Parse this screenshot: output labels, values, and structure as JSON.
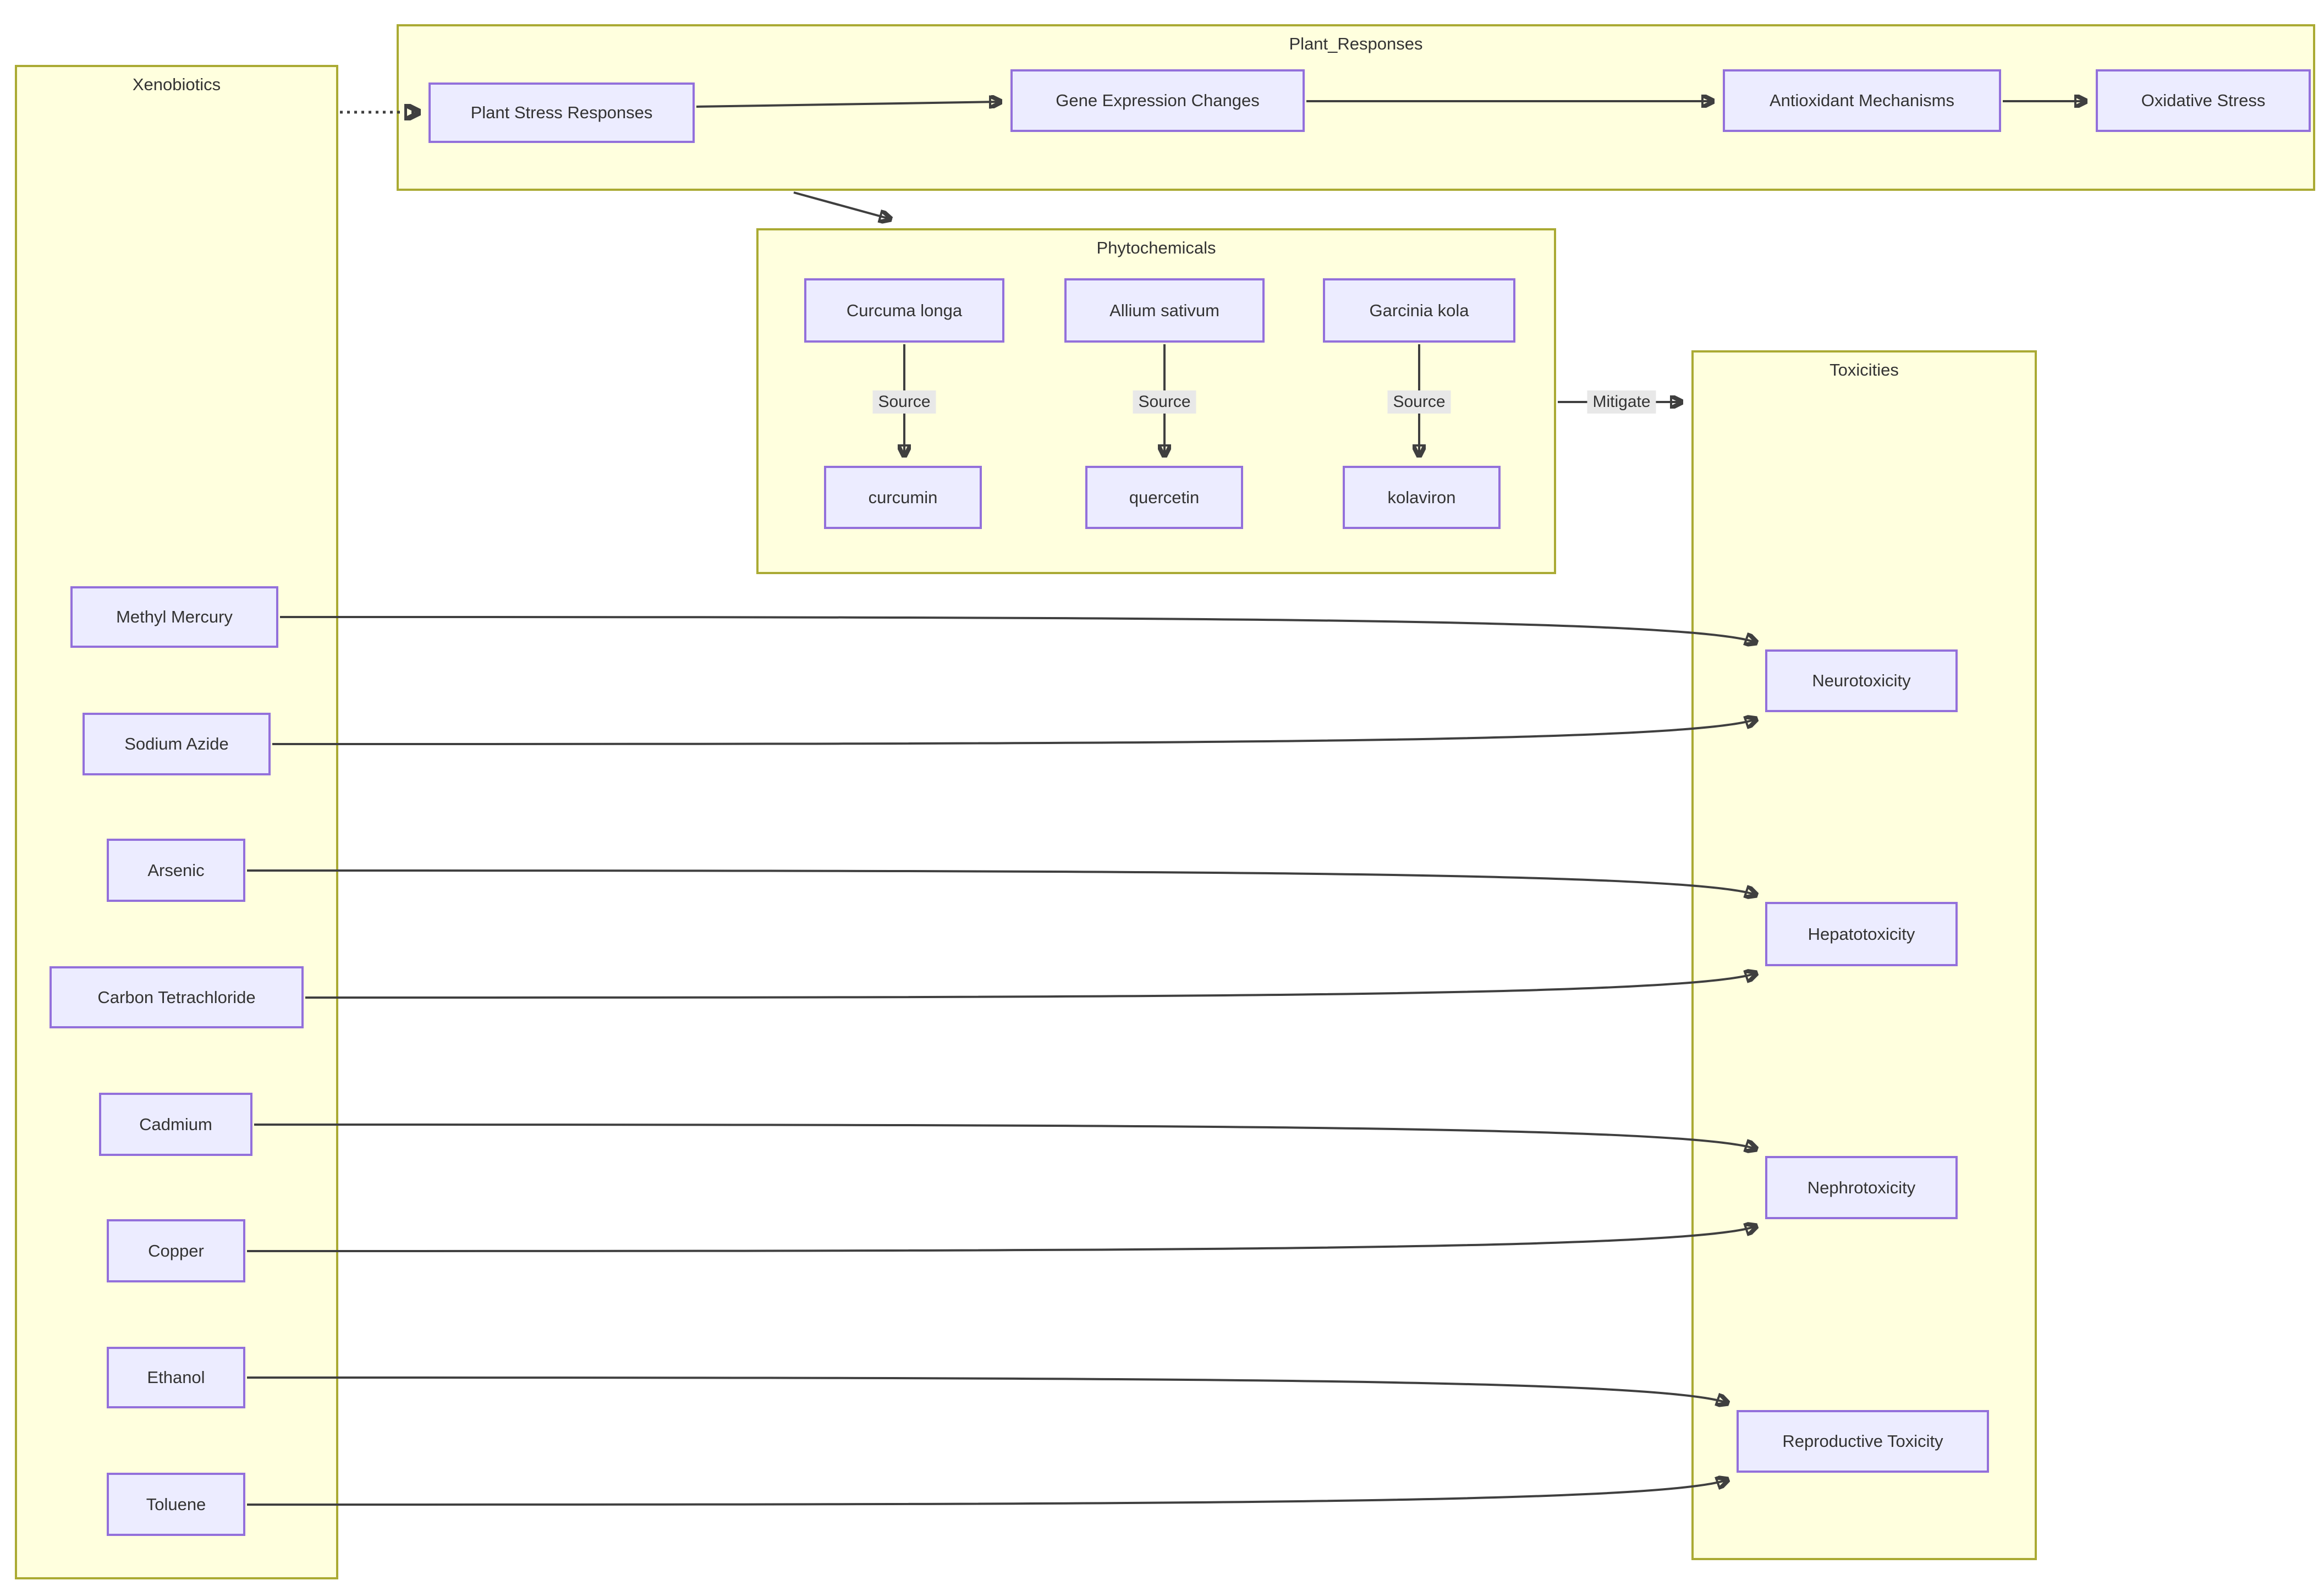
{
  "diagram": {
    "clusters": {
      "xenobiotics": {
        "title": "Xenobiotics"
      },
      "plant_responses": {
        "title": "Plant_Responses"
      },
      "phytochemicals": {
        "title": "Phytochemicals"
      },
      "toxicities": {
        "title": "Toxicities"
      }
    },
    "nodes": {
      "plant_stress_responses": "Plant Stress Responses",
      "gene_expression_changes": "Gene Expression Changes",
      "antioxidant_mechanisms": "Antioxidant Mechanisms",
      "oxidative_stress": "Oxidative Stress",
      "curcuma_longa": "Curcuma longa",
      "allium_sativum": "Allium sativum",
      "garcinia_kola": "Garcinia kola",
      "curcumin": "curcumin",
      "quercetin": "quercetin",
      "kolaviron": "kolaviron",
      "methyl_mercury": "Methyl Mercury",
      "sodium_azide": "Sodium Azide",
      "arsenic": "Arsenic",
      "carbon_tetrachloride": "Carbon Tetrachloride",
      "cadmium": "Cadmium",
      "copper": "Copper",
      "ethanol": "Ethanol",
      "toluene": "Toluene",
      "neurotoxicity": "Neurotoxicity",
      "hepatotoxicity": "Hepatotoxicity",
      "nephrotoxicity": "Nephrotoxicity",
      "reproductive_toxicity": "Reproductive Toxicity"
    },
    "edge_labels": {
      "source_curcumin": "Source",
      "source_quercetin": "Source",
      "source_kolaviron": "Source",
      "mitigate": "Mitigate"
    },
    "edges": [
      {
        "from": "Xenobiotics",
        "to": "Plant Stress Responses",
        "style": "dotted"
      },
      {
        "from": "Plant Stress Responses",
        "to": "Gene Expression Changes",
        "style": "solid"
      },
      {
        "from": "Gene Expression Changes",
        "to": "Antioxidant Mechanisms",
        "style": "solid"
      },
      {
        "from": "Antioxidant Mechanisms",
        "to": "Oxidative Stress",
        "style": "solid"
      },
      {
        "from": "Plant_Responses",
        "to": "Phytochemicals",
        "style": "solid"
      },
      {
        "from": "Curcuma longa",
        "to": "curcumin",
        "label": "Source",
        "style": "solid"
      },
      {
        "from": "Allium sativum",
        "to": "quercetin",
        "label": "Source",
        "style": "solid"
      },
      {
        "from": "Garcinia kola",
        "to": "kolaviron",
        "label": "Source",
        "style": "solid"
      },
      {
        "from": "Phytochemicals",
        "to": "Toxicities",
        "label": "Mitigate",
        "style": "solid"
      },
      {
        "from": "Methyl Mercury",
        "to": "Neurotoxicity",
        "style": "solid"
      },
      {
        "from": "Sodium Azide",
        "to": "Neurotoxicity",
        "style": "solid"
      },
      {
        "from": "Arsenic",
        "to": "Hepatotoxicity",
        "style": "solid"
      },
      {
        "from": "Carbon Tetrachloride",
        "to": "Hepatotoxicity",
        "style": "solid"
      },
      {
        "from": "Cadmium",
        "to": "Nephrotoxicity",
        "style": "solid"
      },
      {
        "from": "Copper",
        "to": "Nephrotoxicity",
        "style": "solid"
      },
      {
        "from": "Ethanol",
        "to": "Reproductive Toxicity",
        "style": "solid"
      },
      {
        "from": "Toluene",
        "to": "Reproductive Toxicity",
        "style": "solid"
      }
    ],
    "colors": {
      "node_fill": "#ECECFF",
      "node_border": "#9370DB",
      "cluster_fill": "#FFFFDE",
      "cluster_border": "#AAAA33",
      "edge": "#3F3F3F",
      "edge_label_bg": "#E8E8E8",
      "text": "#333333",
      "background": "#FFFFFF"
    }
  }
}
